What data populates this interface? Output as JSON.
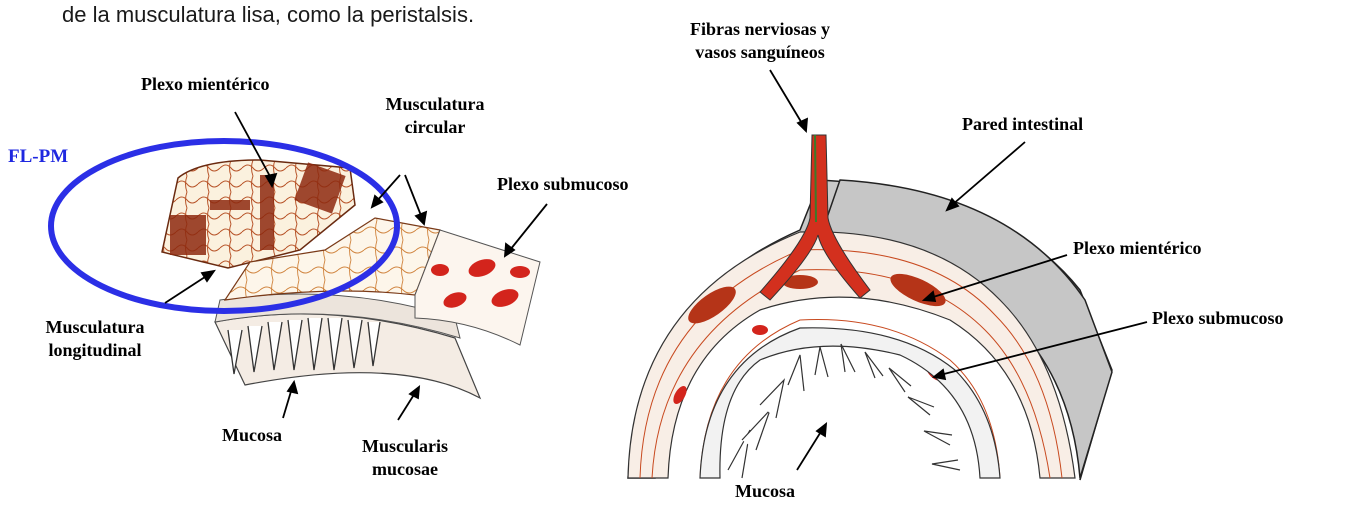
{
  "intro_text": "de la musculatura lisa, como la peristalsis.",
  "left_figure": {
    "highlight_label": "FL-PM",
    "labels": {
      "plexo_mienterico": "Plexo mientérico",
      "musc_circular_1": "Musculatura",
      "musc_circular_2": "circular",
      "plexo_submucoso": "Plexo submucoso",
      "musc_long_1": "Musculatura",
      "musc_long_2": "longitudinal",
      "mucosa": "Mucosa",
      "muscularis_1": "Muscularis",
      "muscularis_2": "mucosae"
    }
  },
  "right_figure": {
    "labels": {
      "fibras_1": "Fibras nerviosas y",
      "fibras_2": "vasos sanguíneos",
      "pared": "Pared intestinal",
      "plexo_mienterico": "Plexo mientérico",
      "plexo_submucoso": "Plexo submucoso",
      "mucosa": "Mucosa"
    }
  },
  "colors": {
    "highlight": "#2b2fe6",
    "tissue_red": "#c8281e",
    "wall_gray": "#c9c9c9"
  }
}
